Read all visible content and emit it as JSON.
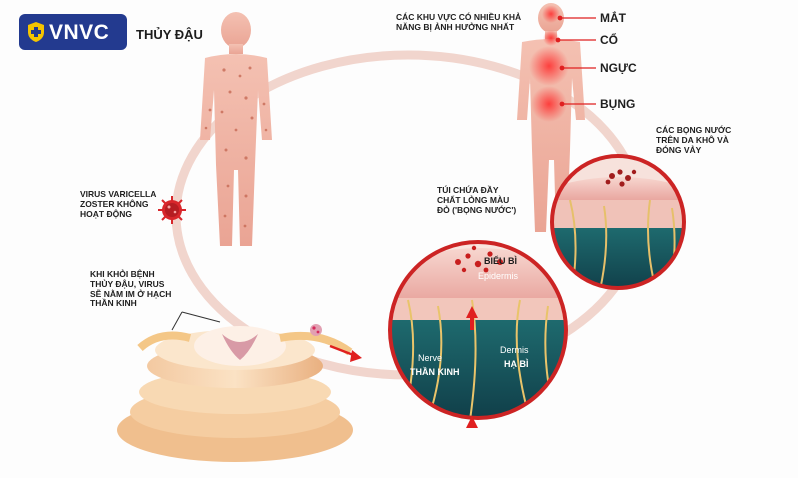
{
  "brand": {
    "name": "VNVC"
  },
  "title": "THỦY ĐẬU",
  "affected_areas": {
    "heading_line1": "CÁC KHU VỰC CÓ NHIỀU KHẢ",
    "heading_line2": "NĂNG BỊ ẢNH HƯỞNG NHẤT",
    "items": [
      "MẮT",
      "CỔ",
      "NGỰC",
      "BỤNG"
    ]
  },
  "blisters_note": {
    "line1": "CÁC BỌNG NƯỚC",
    "line2": "TRÊN DA KHÔ VÀ",
    "line3": "ĐÓNG VẢY"
  },
  "virus_note": {
    "line1": "VIRUS VARICELLA",
    "line2": "ZOSTER KHÔNG",
    "line3": "HOẠT ĐỘNG"
  },
  "fluid_sac_note": {
    "line1": "TÚI CHỨA ĐẦY",
    "line2": "CHẤT LỎNG MÀU",
    "line3": "ĐỎ ('BỌNG NƯỚC')"
  },
  "dormant_note": {
    "line1": "KHI KHỎI BỆNH",
    "line2": "THỦY ĐẬU, VIRUS",
    "line3": "SẼ NẰM IM Ở HẠCH",
    "line4": "THẦN KINH"
  },
  "skin_layers": {
    "epidermis_vi": "BIỂU BÌ",
    "epidermis_en": "Epidermis",
    "dermis_en": "Dermis",
    "dermis_vi": "HẠ BÌ",
    "nerve_en": "Nerve",
    "nerve_vi": "THẦN KINH"
  },
  "colors": {
    "brand_blue": "#233a8f",
    "accent_red": "#e02020",
    "cycle_ring": "#f3d9d2",
    "skin_body": "#f2b7a8",
    "epidermis": "#f6c9c2",
    "dermis": "#1f5c66"
  }
}
